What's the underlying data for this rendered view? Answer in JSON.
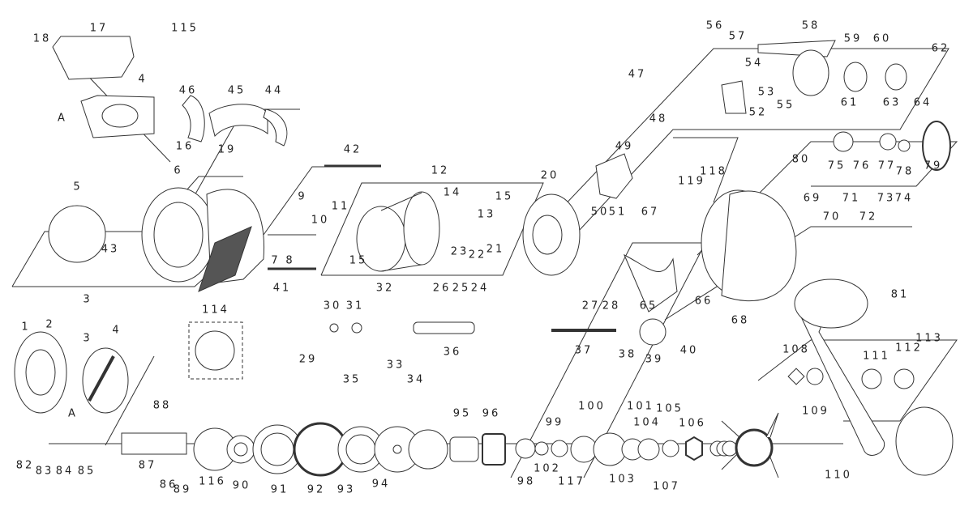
{
  "diagram": {
    "type": "exploded-parts-diagram",
    "labels": [
      "18",
      "17",
      "115",
      "4",
      "A",
      "16",
      "46",
      "45",
      "44",
      "6",
      "19",
      "5",
      "43",
      "42",
      "9",
      "10",
      "11",
      "7",
      "8",
      "41",
      "12",
      "14",
      "15",
      "13",
      "15",
      "20",
      "47",
      "48",
      "49",
      "50",
      "51",
      "23",
      "22",
      "21",
      "26",
      "25",
      "24",
      "32",
      "30",
      "31",
      "29",
      "35",
      "33",
      "34",
      "36",
      "27",
      "28",
      "37",
      "38",
      "39",
      "40",
      "65",
      "66",
      "67",
      "68",
      "56",
      "57",
      "58",
      "59",
      "60",
      "62",
      "54",
      "53",
      "55",
      "52",
      "61",
      "63",
      "64",
      "119",
      "118",
      "80",
      "75",
      "76",
      "77",
      "78",
      "79",
      "69",
      "70",
      "71",
      "72",
      "73",
      "74",
      "81",
      "114",
      "1",
      "2",
      "3",
      "3",
      "4",
      "A",
      "88",
      "82",
      "83",
      "84",
      "85",
      "86",
      "87",
      "89",
      "116",
      "90",
      "91",
      "92",
      "93",
      "94",
      "95",
      "96",
      "98",
      "102",
      "99",
      "117",
      "100",
      "101",
      "103",
      "104",
      "105",
      "106",
      "107",
      "108",
      "109",
      "110",
      "111",
      "112",
      "113"
    ]
  }
}
